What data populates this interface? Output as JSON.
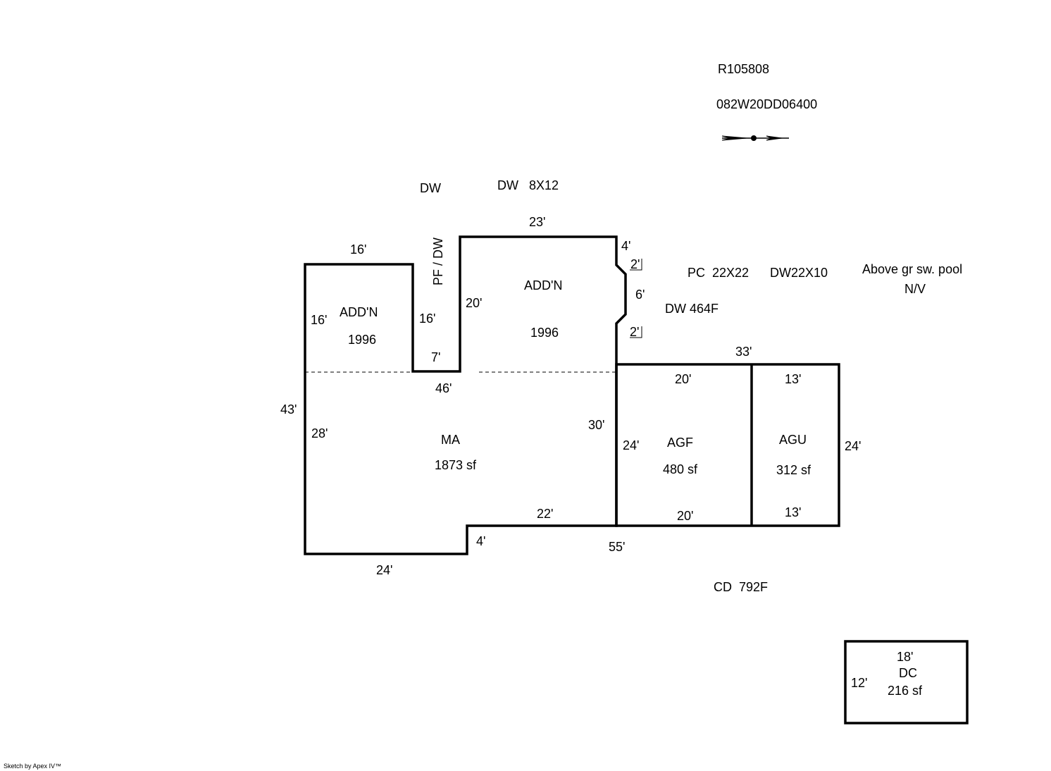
{
  "header": {
    "account": "R105808",
    "parcel": "082W20DD06400"
  },
  "compass": {
    "icon": "north-arrow-icon"
  },
  "labels": {
    "dw_top": "DW",
    "dw_8x12": "DW   8X12",
    "pf_dw": "PF / DW",
    "pc": "PC  22X22",
    "dw22x10": "DW22X10",
    "pool": "Above gr sw. pool",
    "pool_nv": "N/V",
    "dw464": "DW 464F",
    "cd792": "CD  792F"
  },
  "areas": {
    "addn_left": {
      "name": "ADD'N",
      "year": "1996"
    },
    "addn_right": {
      "name": "ADD'N",
      "year": "1996"
    },
    "ma": {
      "name": "MA",
      "size": "1873 sf"
    },
    "agf": {
      "name": "AGF",
      "size": "480 sf"
    },
    "agu": {
      "name": "AGU",
      "size": "312 sf"
    },
    "dc": {
      "name": "DC",
      "size": "216 sf"
    }
  },
  "dimensions": {
    "d16top": "16'",
    "d16left": "16'",
    "d16inner": "16'",
    "d7": "7'",
    "d23": "23'",
    "d20addn": "20'",
    "d4top": "4'",
    "d2a": "2'",
    "d6": "6'",
    "d2b": "2'",
    "d46": "46'",
    "d43": "43'",
    "d28": "28'",
    "d30": "30'",
    "d22": "22'",
    "d4bot": "4'",
    "d24bot": "24'",
    "d55": "55'",
    "d33": "33'",
    "d20agf_top": "20'",
    "d24agf": "24'",
    "d20agf_bot": "20'",
    "d13top": "13'",
    "d13bot": "13'",
    "d24right": "24'",
    "d18dc": "18'",
    "d12dc": "12'"
  },
  "footer": {
    "credit": "Sketch by Apex IV™"
  }
}
